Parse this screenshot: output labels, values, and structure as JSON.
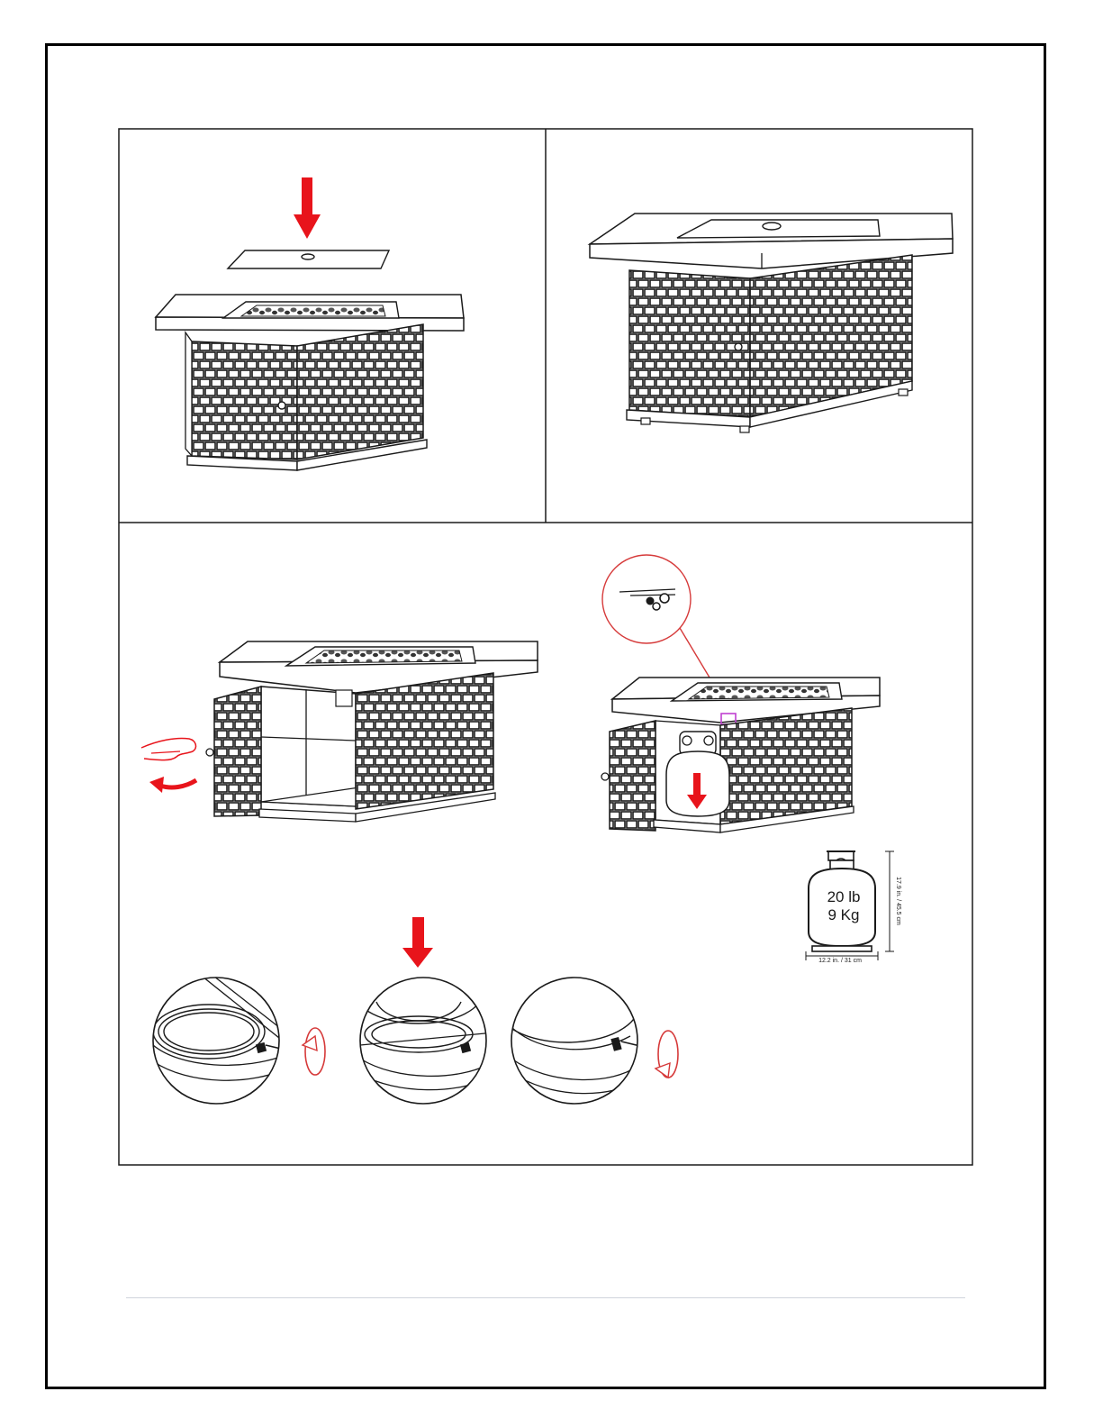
{
  "colors": {
    "arrow": "#e8141b",
    "line": "#1a1a1a",
    "callout": "#d63a3a",
    "highlight": "#c040d0"
  },
  "tank": {
    "weight_lb": "20 lb",
    "weight_kg": "9 Kg",
    "height_dim": "17.9 in. / 45.5 cm",
    "width_dim": "12.2 in. / 31 cm"
  }
}
